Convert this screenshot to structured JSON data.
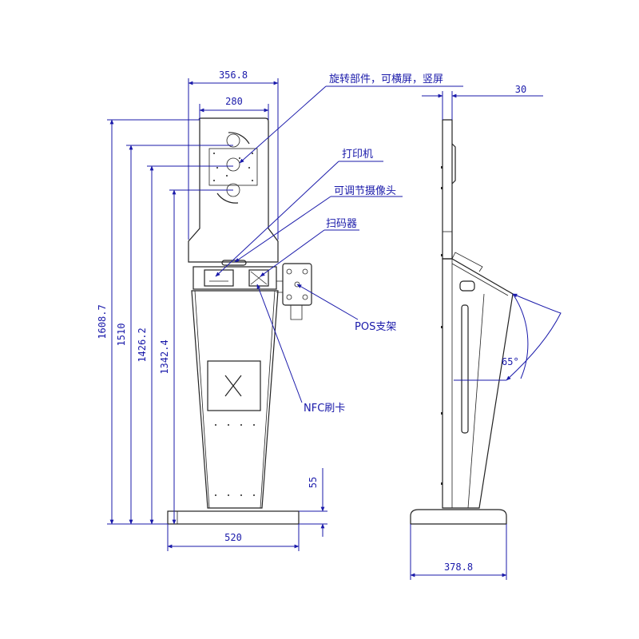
{
  "front": {
    "dim_top_outer": "356.8",
    "dim_top_inner": "280",
    "dim_base_width": "520",
    "dim_h1": "1608.7",
    "dim_h2": "1510",
    "dim_h3": "1426.2",
    "dim_h4": "1342.4",
    "dim_base_height": "55"
  },
  "side": {
    "dim_thickness": "30",
    "dim_depth": "378.8",
    "angle": "65°"
  },
  "callouts": {
    "rotation": "旋转部件，可横屏，竖屏",
    "printer": "打印机",
    "camera": "可调节摄像头",
    "scanner": "扫码器",
    "pos": "POS支架",
    "nfc": "NFC刷卡"
  }
}
